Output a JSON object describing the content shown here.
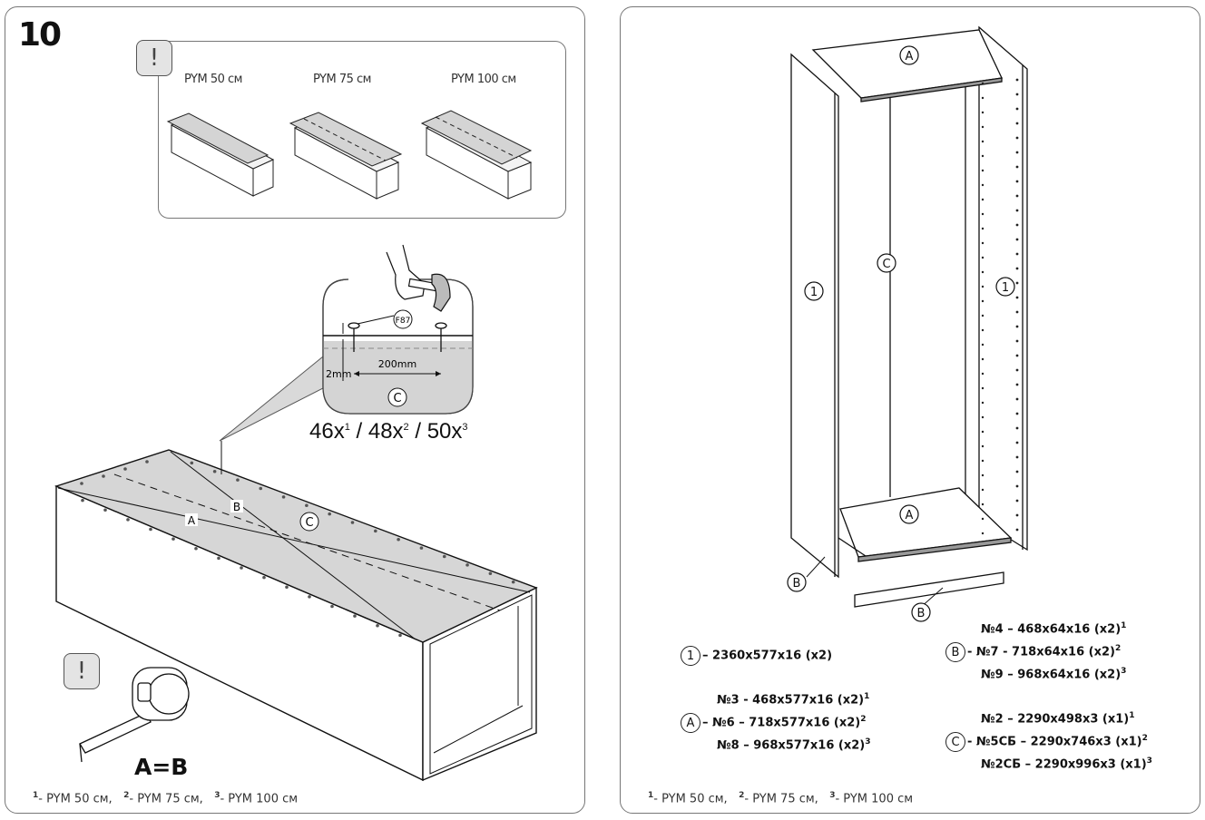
{
  "left_panel": {
    "step_number": "10",
    "warning_icon": "exclamation-icon",
    "variants": [
      {
        "label": "PYM 50 см"
      },
      {
        "label": "PYM 75 см"
      },
      {
        "label": "PYM 100 см"
      }
    ],
    "detail": {
      "fastener_code": "F87",
      "spacing": "200mm",
      "edge_offset": "2mm",
      "panel_label": "C"
    },
    "nail_counts": {
      "v1": "46x",
      "s1": "1",
      "v2": "48x",
      "s2": "2",
      "v3": "50x",
      "s3": "3",
      "sep": " / "
    },
    "diagram_labels": {
      "diag_a": "A",
      "diag_b": "B",
      "panel": "C"
    },
    "measure_rule": "A=B",
    "footnotes": [
      {
        "mark": "1",
        "text": "- PYM 50 см,"
      },
      {
        "mark": "2",
        "text": "- PYM 75 см,"
      },
      {
        "mark": "3",
        "text": "- PYM 100 см"
      }
    ]
  },
  "right_panel": {
    "diagram_labels": {
      "top_shelf": "A",
      "bottom_shelf": "A",
      "back_panel": "C",
      "side_left": "1",
      "side_right": "1",
      "plinth_left": "B",
      "plinth_front": "B"
    },
    "parts": {
      "part1": {
        "marker": "1",
        "text": "– 2360x577x16 (x2)"
      },
      "partA": {
        "marker": "A",
        "lines": [
          {
            "text": "№3 - 468x577x16 (x2)",
            "sup": "1"
          },
          {
            "text": "– №6 – 718x577x16 (x2)",
            "sup": "2"
          },
          {
            "text": "№8 – 968x577x16 (x2)",
            "sup": "3"
          }
        ]
      },
      "partB": {
        "marker": "B",
        "lines": [
          {
            "text": "№4 – 468x64x16 (x2)",
            "sup": "1"
          },
          {
            "text": "- №7 - 718x64x16 (x2)",
            "sup": "2"
          },
          {
            "text": "№9 – 968x64x16 (x2)",
            "sup": "3"
          }
        ]
      },
      "partC": {
        "marker": "C",
        "lines": [
          {
            "text": "№2 – 2290x498x3 (x1)",
            "sup": "1"
          },
          {
            "text": "- №5СБ – 2290x746x3 (x1)",
            "sup": "2"
          },
          {
            "text": "№2СБ – 2290x996x3 (x1)",
            "sup": "3"
          }
        ]
      }
    },
    "footnotes": [
      {
        "mark": "1",
        "text": "- PYM 50 см,"
      },
      {
        "mark": "2",
        "text": "- PYM 75 см,"
      },
      {
        "mark": "3",
        "text": "- PYM 100 см"
      }
    ]
  }
}
